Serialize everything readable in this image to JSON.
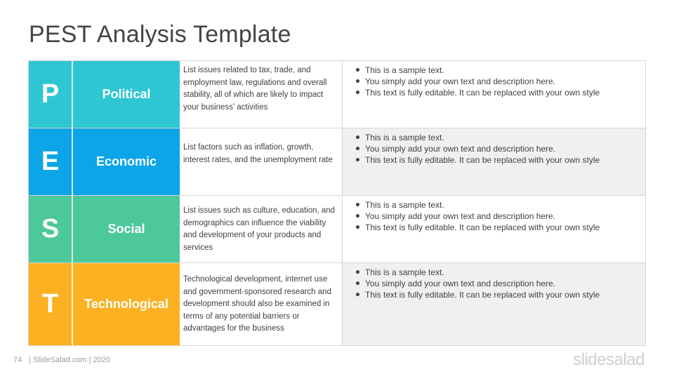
{
  "slide": {
    "title": "PEST Analysis Template"
  },
  "rows": [
    {
      "letter": "P",
      "name": "Political",
      "color": "#2ec6d3",
      "description": "List issues related to tax, trade, and employment law, regulations and overall stability, all of which are likely to impact your business’ activities",
      "bullets": [
        "This is a sample text.",
        "You simply add your own text and description here.",
        "This text is fully editable. It can be replaced with your own style"
      ]
    },
    {
      "letter": "E",
      "name": "Economic",
      "color": "#0ba5e8",
      "description": "List factors such as inflation, growth, interest rates, and the unemployment rate",
      "bullets": [
        "This is a sample text.",
        "You simply add your own text and description here.",
        "This text is fully editable. It can be replaced with your own style"
      ]
    },
    {
      "letter": "S",
      "name": "Social",
      "color": "#4cc89a",
      "description": "List issues such as culture, education, and demographics can influence the viability and development of your products and services",
      "bullets": [
        "This is a sample text.",
        "You simply add your own text and description here.",
        "This text is fully editable. It can be replaced with your own style"
      ]
    },
    {
      "letter": "T",
      "name": "Technological",
      "color": "#fbb122",
      "description": "Technological development, internet use and government-sponsored research and development should also be examined in terms of any potential barriers or advantages for the business",
      "bullets": [
        "This is a sample text.",
        "You simply add your own text and description here.",
        "This text is fully editable. It can be replaced with your own style"
      ]
    }
  ],
  "footer": {
    "page_number": "74",
    "credit": "| SlideSalad.com | 2020",
    "brand": "slidesalad"
  }
}
